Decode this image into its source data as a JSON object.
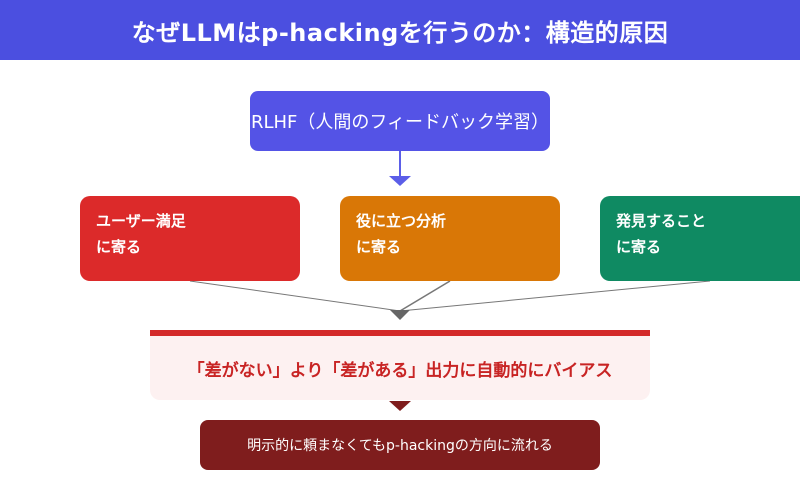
{
  "header": {
    "title": "なぜLLMはp-hackingを行うのか：構造的原因"
  },
  "top_box": {
    "label": "RLHF（人間のフィードバック学習）"
  },
  "factors": [
    {
      "line1": "ユーザー満足",
      "line2": "に寄る"
    },
    {
      "line1": "役に立つ分析",
      "line2": "に寄る"
    },
    {
      "line1": "発見すること",
      "line2": "に寄る"
    }
  ],
  "result_box": {
    "label": "「差がない」より「差がある」出力に自動的にバイアス"
  },
  "bottom_box": {
    "label": "明示的に頼まなくてもp-hackingの方向に流れる"
  },
  "colors": {
    "header": "#4b4fe0",
    "top_box": "#5453e6",
    "factor_red": "#dc2a2a",
    "factor_orange": "#d97706",
    "factor_green": "#0f8a62",
    "result_border": "#d42a2a",
    "bottom_box": "#7f1d1d"
  }
}
